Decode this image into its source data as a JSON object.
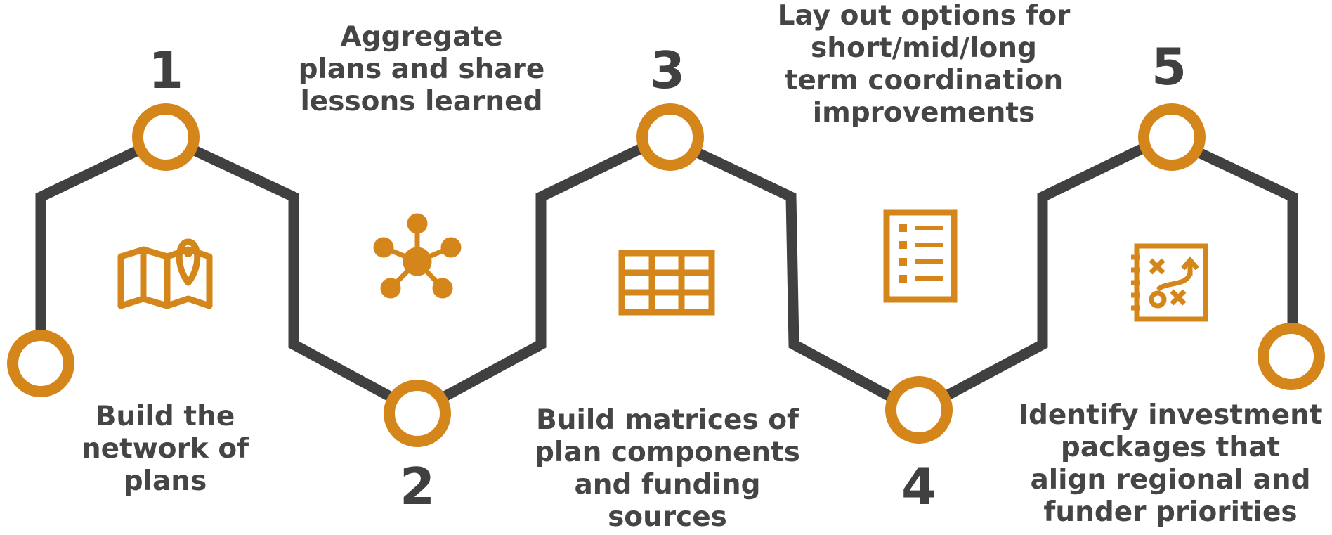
{
  "colors": {
    "line": "#404040",
    "accent": "#D4861A",
    "text": "#454545"
  },
  "steps": [
    {
      "number": "1",
      "label": [
        "Build the",
        "network of",
        "plans"
      ],
      "icon": "map-pin-icon"
    },
    {
      "number": "2",
      "label": [
        "Aggregate",
        "plans and share",
        "lessons learned"
      ],
      "icon": "network-hub-icon"
    },
    {
      "number": "3",
      "label": [
        "Build matrices of",
        "plan components",
        "and funding",
        "sources"
      ],
      "icon": "table-grid-icon"
    },
    {
      "number": "4",
      "label": [
        "Lay out options for",
        "short/mid/long",
        "term coordination",
        "improvements"
      ],
      "icon": "checklist-icon"
    },
    {
      "number": "5",
      "label": [
        "Identify investment",
        "packages that",
        "align regional and",
        "funder priorities"
      ],
      "icon": "strategy-playbook-icon"
    }
  ]
}
